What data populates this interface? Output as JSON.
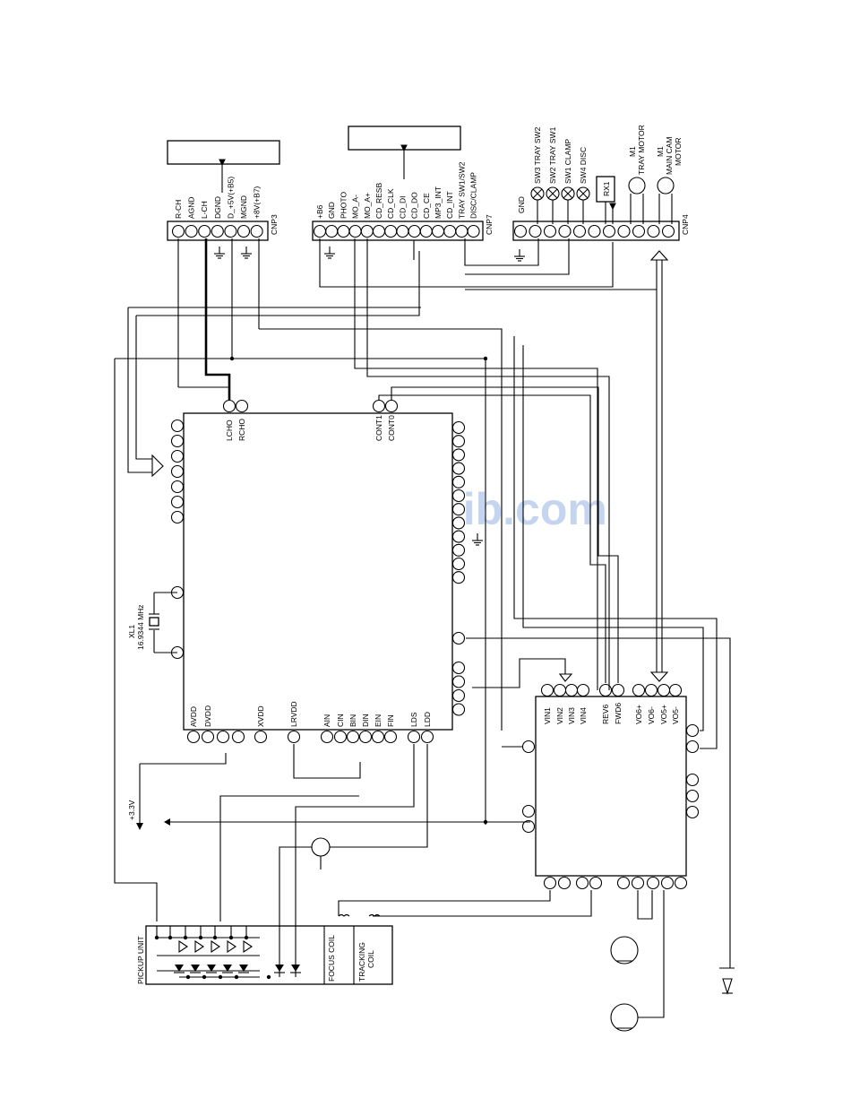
{
  "watermark": {
    "text": "ManualsLib.com",
    "color": "#c5d5ef"
  },
  "cnp3": {
    "name": "CNP3",
    "pins": [
      "R-CH",
      "AGND",
      "L-CH",
      "DGND",
      "D_+5V(+B5)",
      "MGND",
      "+8V(+B7)"
    ]
  },
  "cnp7": {
    "name": "CNP7",
    "pins": [
      "+B6",
      "GND",
      "PHOTO",
      "MO_A-",
      "MO_A+",
      "CD_RESB",
      "CD_CLK",
      "CD_DI",
      "CD_DO",
      "CD_CE",
      "MP3_INT",
      "CD_INT",
      "TRAY SW1/SW2",
      "DISC/CLAMP"
    ]
  },
  "cnp4": {
    "name": "CNP4",
    "pins": [
      "GND",
      "",
      "",
      "",
      "",
      "",
      "",
      "",
      "",
      "",
      ""
    ],
    "switches": [
      "SW3 TRAY SW2",
      "SW2 TRAY SW1",
      "SW1 CLAMP",
      "SW4 DISC"
    ],
    "rx": "RX1",
    "motor1": [
      "M1",
      "TRAY MOTOR"
    ],
    "motor2": [
      "M1",
      "MAIN CAM",
      "MOTOR"
    ]
  },
  "main_ic": {
    "top_pins": [
      "LCHO",
      "RCHO",
      "CONT1",
      "CONT0"
    ],
    "bottom_pins": [
      "AVDD",
      "DVDD",
      "XVDD",
      "LRVDD",
      "AIN",
      "CIN",
      "BIN",
      "DIN",
      "EIN",
      "FIN",
      "LDS",
      "LDD"
    ]
  },
  "crystal": {
    "ref": "XL1",
    "freq": "16.9344 MHz"
  },
  "driver_ic": {
    "top_pins": [
      "VIN1",
      "VIN2",
      "VIN3",
      "VIN4",
      "REV6",
      "FWD6",
      "VO6+",
      "VO6-",
      "VO5+",
      "VO5-"
    ]
  },
  "supply": {
    "label": "+3.3V"
  },
  "pickup": {
    "title": "PICKUP  UNIT",
    "focus": "FOCUS  COIL",
    "tracking": [
      "TRACKING",
      "COIL"
    ]
  }
}
